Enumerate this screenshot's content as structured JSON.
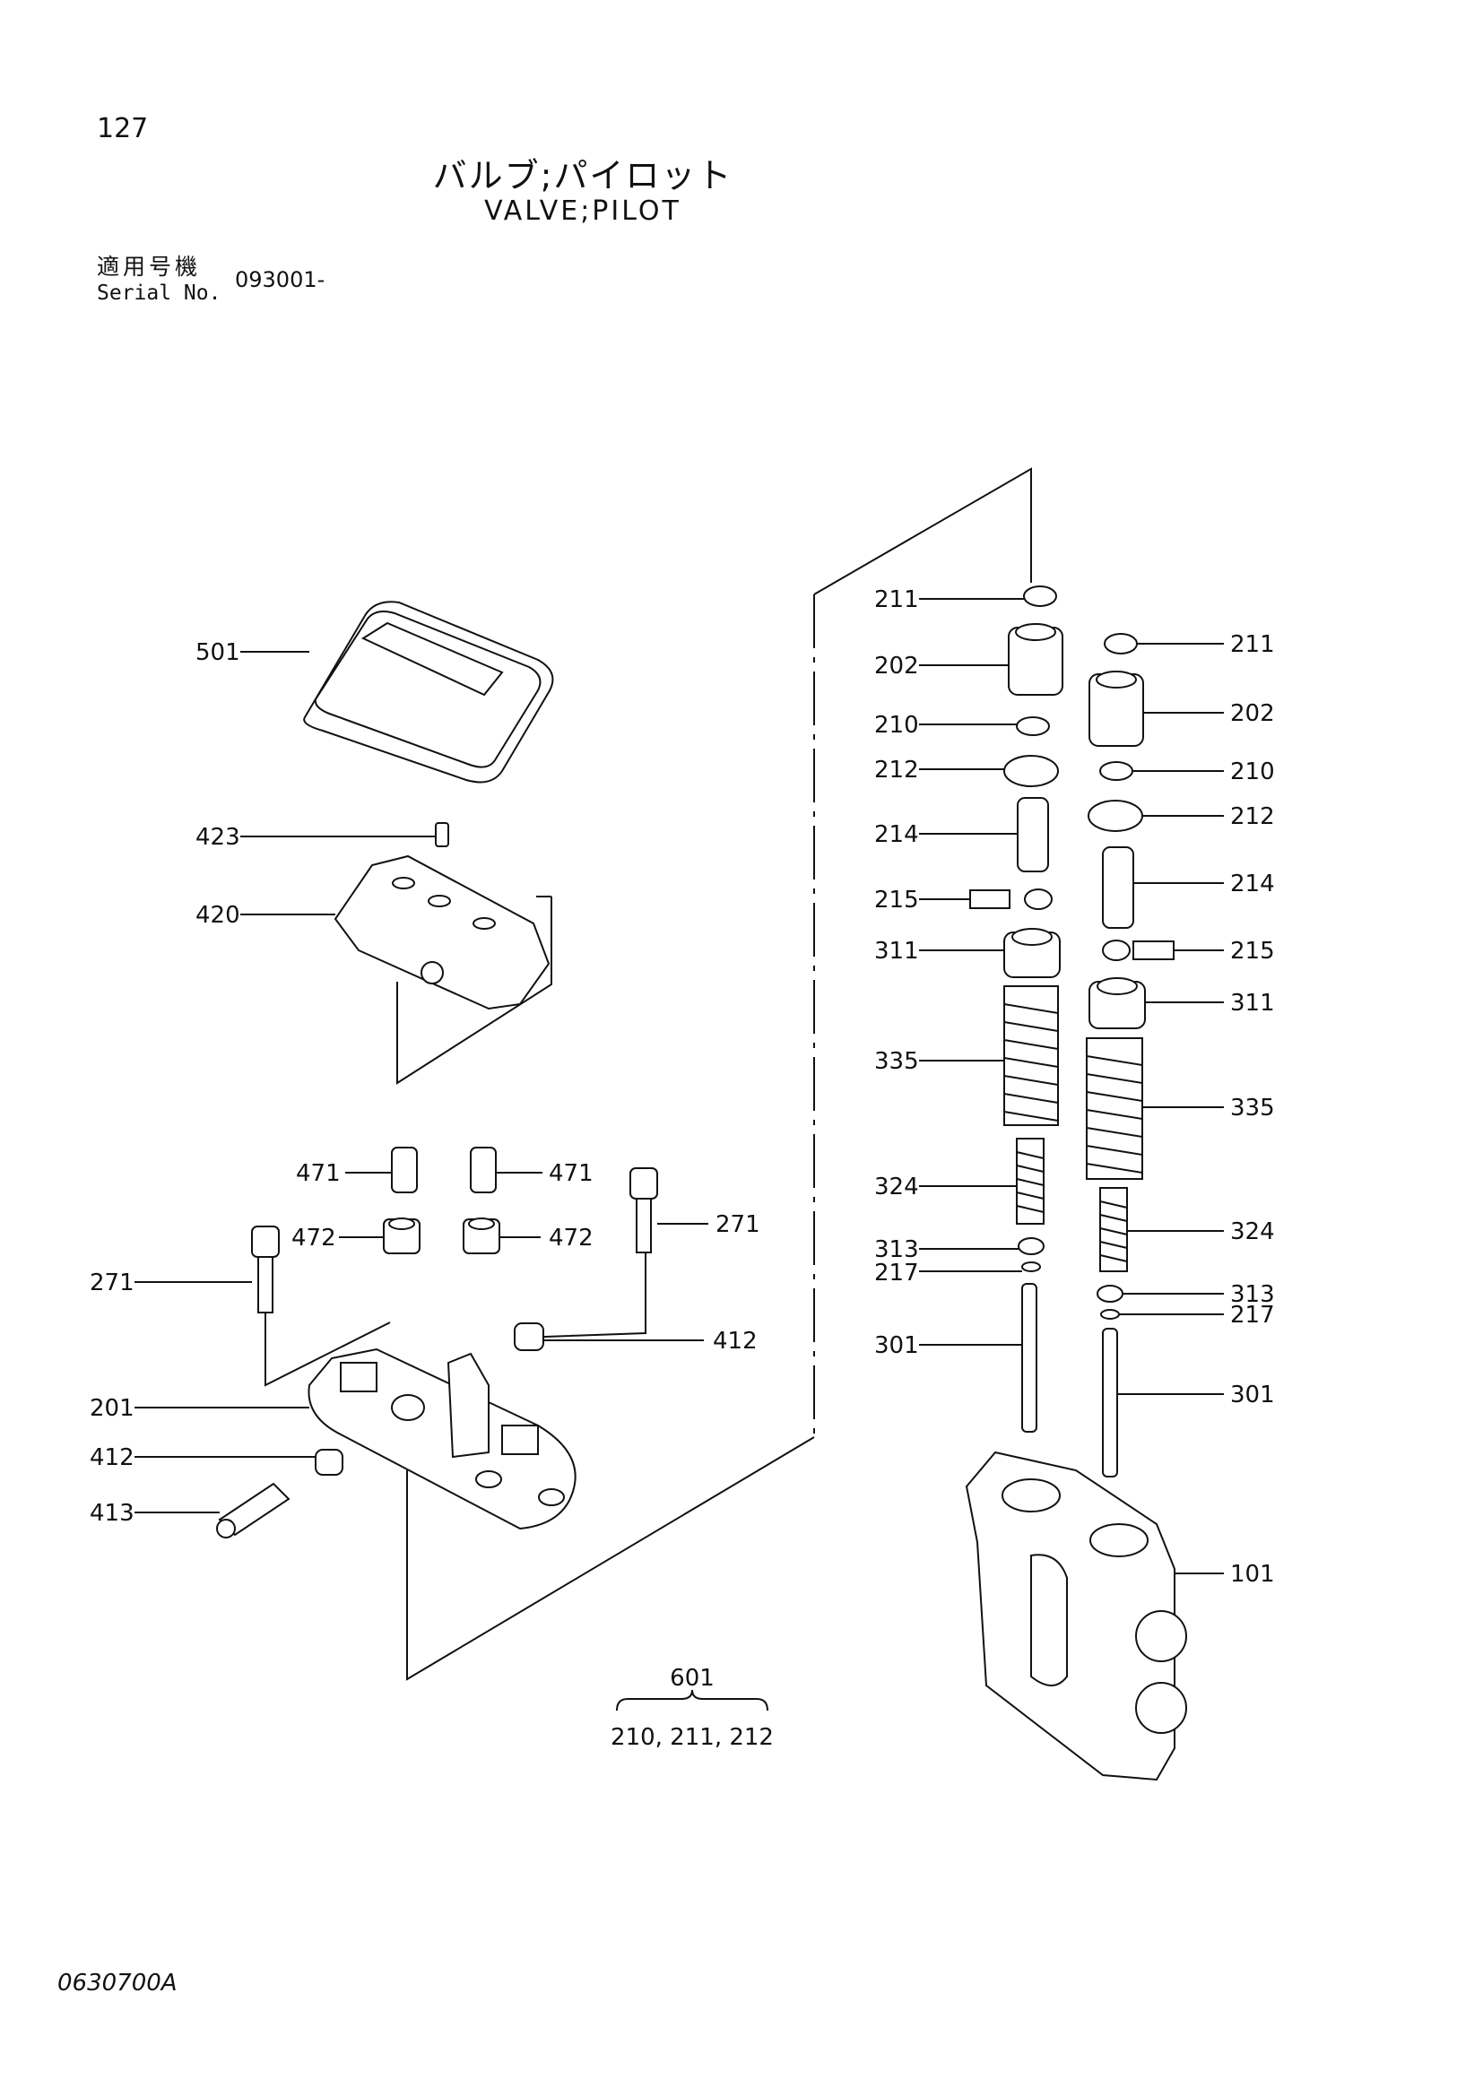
{
  "page_number": "127",
  "title_ja": "バルブ;パイロット",
  "title_en": "VALVE;PILOT",
  "serial": {
    "label_ja": "適用号機",
    "label_en": "Serial No.",
    "value": "093001-"
  },
  "doc_code": "0630700A",
  "callouts": {
    "c501": "501",
    "c423": "423",
    "c420": "420",
    "c471a": "471",
    "c471b": "471",
    "c472a": "472",
    "c472b": "472",
    "c271a": "271",
    "c271b": "271",
    "c412a": "412",
    "c412b": "412",
    "c201": "201",
    "c413": "413",
    "c211a": "211",
    "c211b": "211",
    "c202a": "202",
    "c202b": "202",
    "c210a": "210",
    "c210b": "210",
    "c212a": "212",
    "c212b": "212",
    "c214a": "214",
    "c214b": "214",
    "c215a": "215",
    "c215b": "215",
    "c311a": "311",
    "c311b": "311",
    "c335a": "335",
    "c335b": "335",
    "c324a": "324",
    "c324b": "324",
    "c313a": "313",
    "c313b": "313",
    "c217a": "217",
    "c217b": "217",
    "c301a": "301",
    "c301b": "301",
    "c101": "101"
  },
  "kit": {
    "number": "601",
    "contents": "210, 211, 212"
  }
}
